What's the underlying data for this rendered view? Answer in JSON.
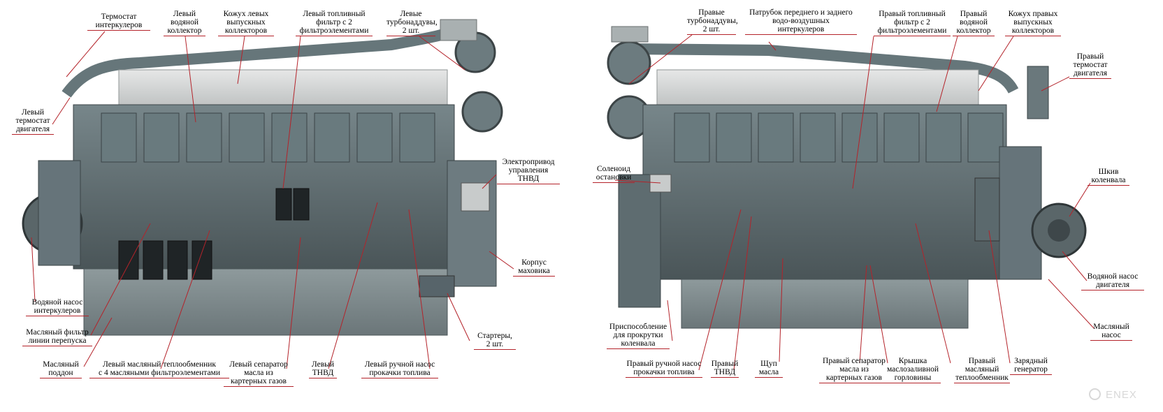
{
  "left_labels": [
    {
      "id": "thermostat-intercooler",
      "lines": [
        "Термостат",
        "интеркулеров"
      ]
    },
    {
      "id": "left-water-manifold",
      "lines": [
        "Левый",
        "водяной",
        "коллектор"
      ]
    },
    {
      "id": "left-exhaust-cover",
      "lines": [
        "Кожух левых",
        "выпускных",
        "коллекторов"
      ]
    },
    {
      "id": "left-fuel-filter",
      "lines": [
        "Левый топливный",
        "фильтр с 2",
        "фильтроэлементами"
      ]
    },
    {
      "id": "left-turbochargers",
      "lines": [
        "Левые",
        "турбонаддувы,",
        "2 шт."
      ]
    },
    {
      "id": "left-engine-thermostat",
      "lines": [
        "Левый",
        "термостат",
        "двигателя"
      ]
    },
    {
      "id": "tnvd-actuator",
      "lines": [
        "Электропривод",
        "управления",
        "ТНВД"
      ]
    },
    {
      "id": "flywheel-housing",
      "lines": [
        "Корпус",
        "маховика"
      ]
    },
    {
      "id": "intercooler-water-pump",
      "lines": [
        "Водяной насос",
        "интеркулеров"
      ]
    },
    {
      "id": "bypass-oil-filter",
      "lines": [
        "Масляный фильтр",
        "линии перепуска"
      ]
    },
    {
      "id": "starters",
      "lines": [
        "Стартеры,",
        "2 шт."
      ]
    },
    {
      "id": "oil-pan",
      "lines": [
        "Масляный",
        "поддон"
      ]
    },
    {
      "id": "left-oil-cooler",
      "lines": [
        "Левый масляный теплообменник",
        "с 4 масляными фильтроэлементами"
      ]
    },
    {
      "id": "left-crankcase-separator",
      "lines": [
        "Левый сепаратор",
        "масла из",
        "картерных газов"
      ]
    },
    {
      "id": "left-tnvd",
      "lines": [
        "Левый",
        "ТНВД"
      ]
    },
    {
      "id": "left-hand-pump",
      "lines": [
        "Левый ручной насос",
        "прокачки топлива"
      ]
    }
  ],
  "right_labels": [
    {
      "id": "right-turbochargers",
      "lines": [
        "Правые",
        "турбонаддувы,",
        "2 шт."
      ]
    },
    {
      "id": "intercooler-pipe",
      "lines": [
        "Патрубок переднего и заднего",
        "водо-воздушных",
        "интеркулеров"
      ]
    },
    {
      "id": "right-fuel-filter",
      "lines": [
        "Правый топливный",
        "фильтр с 2",
        "фильтроэлементами"
      ]
    },
    {
      "id": "right-water-manifold",
      "lines": [
        "Правый",
        "водяной",
        "коллектор"
      ]
    },
    {
      "id": "right-exhaust-cover",
      "lines": [
        "Кожух правых",
        "выпускных",
        "коллекторов"
      ]
    },
    {
      "id": "right-engine-thermostat",
      "lines": [
        "Правый",
        "термостат",
        "двигателя"
      ]
    },
    {
      "id": "stop-solenoid",
      "lines": [
        "Соленоид",
        "остановки"
      ]
    },
    {
      "id": "crankshaft-pulley",
      "lines": [
        "Шкив",
        "коленвала"
      ]
    },
    {
      "id": "engine-water-pump",
      "lines": [
        "Водяной насос",
        "двигателя"
      ]
    },
    {
      "id": "oil-pump",
      "lines": [
        "Масляный",
        "насос"
      ]
    },
    {
      "id": "crank-turning-device",
      "lines": [
        "Приспособление",
        "для прокрутки",
        "коленвала"
      ]
    },
    {
      "id": "right-hand-pump",
      "lines": [
        "Правый ручной насос",
        "прокачки топлива"
      ]
    },
    {
      "id": "right-tnvd",
      "lines": [
        "Правый",
        "ТНВД"
      ]
    },
    {
      "id": "dipstick",
      "lines": [
        "Щуп",
        "масла"
      ]
    },
    {
      "id": "right-crankcase-separator",
      "lines": [
        "Правый сепаратор",
        "масла из",
        "картерных газов"
      ]
    },
    {
      "id": "oil-filler-cap",
      "lines": [
        "Крышка",
        "маслозаливной",
        "горловины"
      ]
    },
    {
      "id": "right-oil-cooler",
      "lines": [
        "Правый",
        "масляный",
        "теплообменник"
      ]
    },
    {
      "id": "charging-generator",
      "lines": [
        "Зарядный",
        "генератор"
      ]
    }
  ],
  "watermark": "ENEX",
  "colors": {
    "leader": "#b4232a",
    "engine": "#5f6b6e",
    "engine_dark": "#3d4548",
    "cover": "#d4d6d6"
  }
}
